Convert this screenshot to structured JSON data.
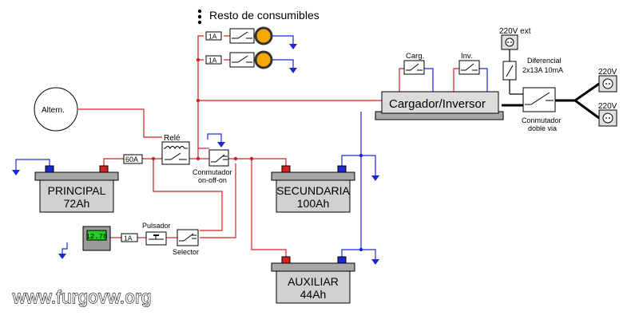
{
  "labels": {
    "resto": "Resto de consumibles",
    "fuse_1a_top": "1A",
    "fuse_1a_mid": "1A",
    "carg": "Carg.",
    "inv": "Inv.",
    "cargador": "Cargador/Inversor",
    "v220_ext": "220V ext",
    "diferencial_1": "Diferencial",
    "diferencial_2": "2x13A 10mA",
    "conmutador_doble_1": "Conmutador",
    "conmutador_doble_2": "doble via",
    "v220_a": "220V",
    "v220_b": "220V",
    "altern": "Altern.",
    "rele": "Relé",
    "fuse_60a": "60A",
    "conmutador_onoff_1": "Conmutador",
    "conmutador_onoff_2": "on-off-on",
    "principal_name": "PRINCIPAL",
    "principal_cap": "72Ah",
    "secundaria_name": "SECUNDARIA",
    "secundaria_cap": "100Ah",
    "auxiliar_name": "AUXILIAR",
    "auxiliar_cap": "44Ah",
    "pulsador": "Pulsador",
    "selector": "Selector",
    "fuse_1a_meter": "1A",
    "voltmeter": "12.78",
    "watermark": "www.furgovw.org"
  },
  "colors": {
    "positive_wire": "#d42020",
    "negative_wire": "#1a2ad0",
    "lamp": "#f5a800",
    "battery": "#d0d0d0",
    "charger": "#dcdcdc",
    "meter_display": "#22d022"
  }
}
